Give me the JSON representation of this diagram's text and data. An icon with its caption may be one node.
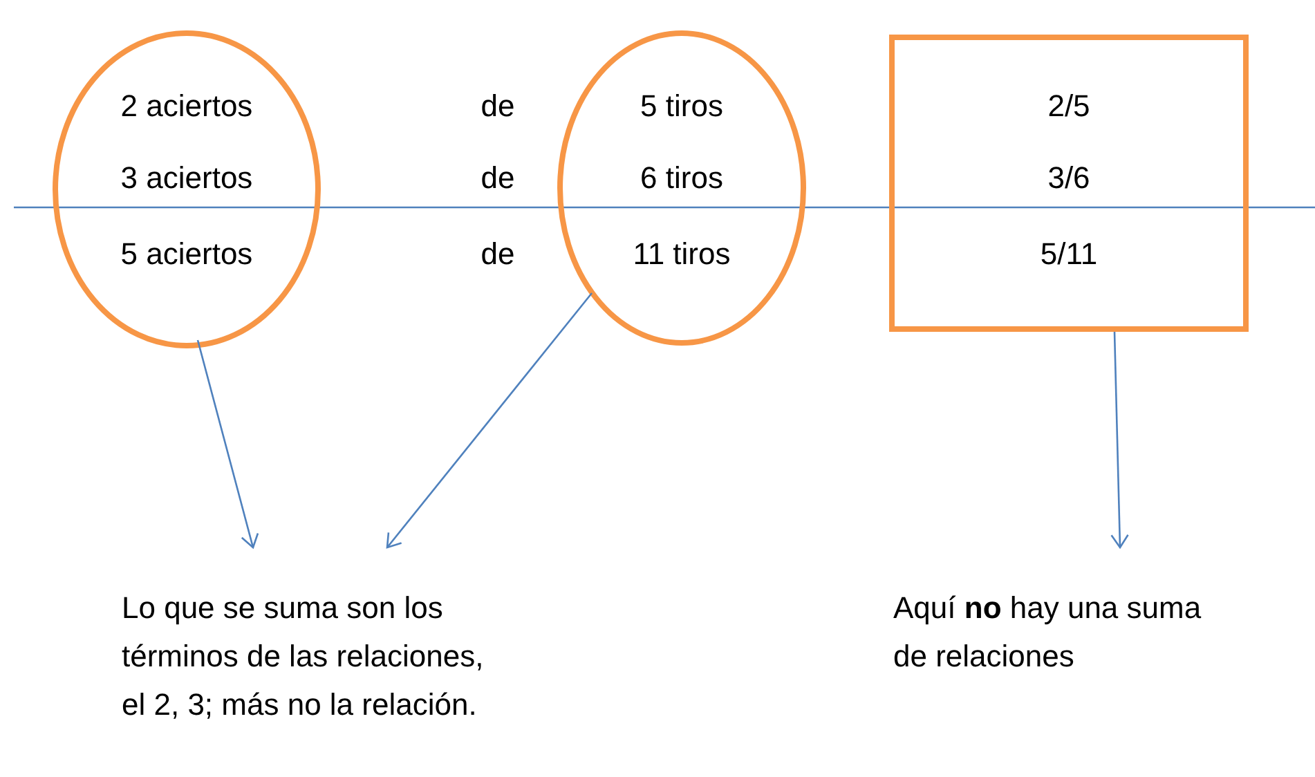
{
  "diagram": {
    "nodes": [
      {
        "text": [
          "2 aciertos",
          "3 aciertos",
          "5 aciertos"
        ]
      },
      {
        "text": [
          "5 tiros",
          "6 tiros",
          "11 tiros"
        ]
      },
      {
        "text": [
          "2/5",
          "3/6",
          "5/11"
        ]
      },
      {
        "text": [
          "Lo que se suma son los términos de las relaciones, el 2, 3; más no la relación."
        ]
      },
      {
        "text": [
          "Aquí **no** hay una suma de relaciones"
        ]
      }
    ],
    "edges": [
      {
        "from": 0,
        "to": 3,
        "arrow": "to"
      },
      {
        "from": 1,
        "to": 3,
        "arrow": "to"
      },
      {
        "from": 2,
        "to": 4,
        "arrow": "to"
      }
    ],
    "labels": [
      "de",
      "de",
      "de"
    ]
  }
}
